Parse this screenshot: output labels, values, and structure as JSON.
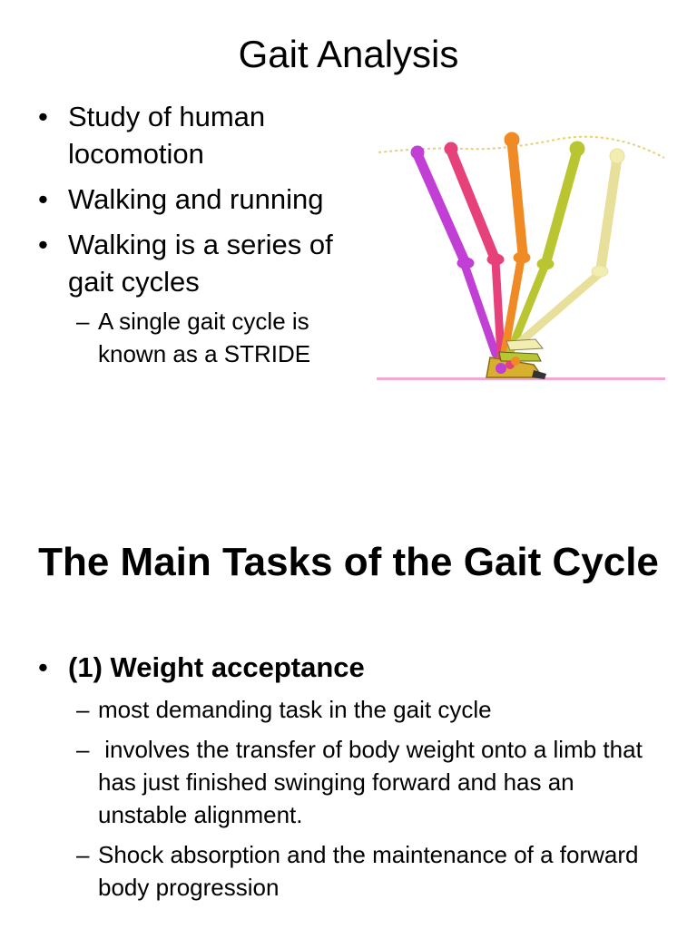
{
  "slide1": {
    "title": "Gait Analysis",
    "bullets": [
      "Study of human locomotion",
      "Walking and running",
      "Walking is a series of gait cycles"
    ],
    "sub_bullet": "A single gait cycle is known as a STRIDE"
  },
  "slide2": {
    "title": "The Main Tasks of the Gait Cycle",
    "bullet": "(1) Weight acceptance",
    "sub_bullets": [
      "most demanding task in the gait cycle",
      " involves the transfer of body weight onto a limb that has just finished swinging forward and has an unstable alignment.",
      "Shock absorption and the maintenance of a forward body progression"
    ]
  },
  "symbols": {
    "bullet": "•",
    "dash": "–"
  },
  "figure": {
    "icon": "gait-leg-skeleton-illustration",
    "limb_colors": [
      "#c23fd6",
      "#e6417a",
      "#f08a24",
      "#b9c632",
      "#f2edb0"
    ],
    "ground_color": "#f2a8cf",
    "hip_path_color": "#e8d070"
  }
}
